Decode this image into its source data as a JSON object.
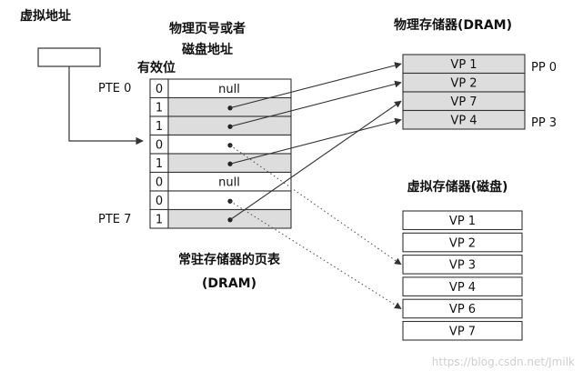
{
  "labels": {
    "virtual_address": "虚拟地址",
    "phys_page_line1": "物理页号或者",
    "phys_page_line2": "磁盘地址",
    "valid_bit": "有效位",
    "pte0": "PTE 0",
    "pte7": "PTE 7",
    "page_table_caption_line1": "常驻存储器的页表",
    "page_table_caption_line2": "(DRAM)",
    "physical_memory_title": "物理存储器(DRAM)",
    "virtual_memory_title": "虚拟存储器(磁盘)",
    "pp0": "PP 0",
    "pp3": "PP 3",
    "watermark": "https://blog.csdn.net/Jmilk"
  },
  "page_table": [
    {
      "valid": "0",
      "entry": "null"
    },
    {
      "valid": "1",
      "entry": ""
    },
    {
      "valid": "1",
      "entry": ""
    },
    {
      "valid": "0",
      "entry": ""
    },
    {
      "valid": "1",
      "entry": ""
    },
    {
      "valid": "0",
      "entry": "null"
    },
    {
      "valid": "0",
      "entry": ""
    },
    {
      "valid": "1",
      "entry": ""
    }
  ],
  "physical_memory": [
    "VP 1",
    "VP 2",
    "VP 7",
    "VP 4"
  ],
  "virtual_memory": [
    "VP 1",
    "VP 2",
    "VP 3",
    "VP 4",
    "VP 6",
    "VP 7"
  ],
  "colors": {
    "line": "#333333",
    "shade": "#dddddd",
    "dotted": "#555555"
  }
}
